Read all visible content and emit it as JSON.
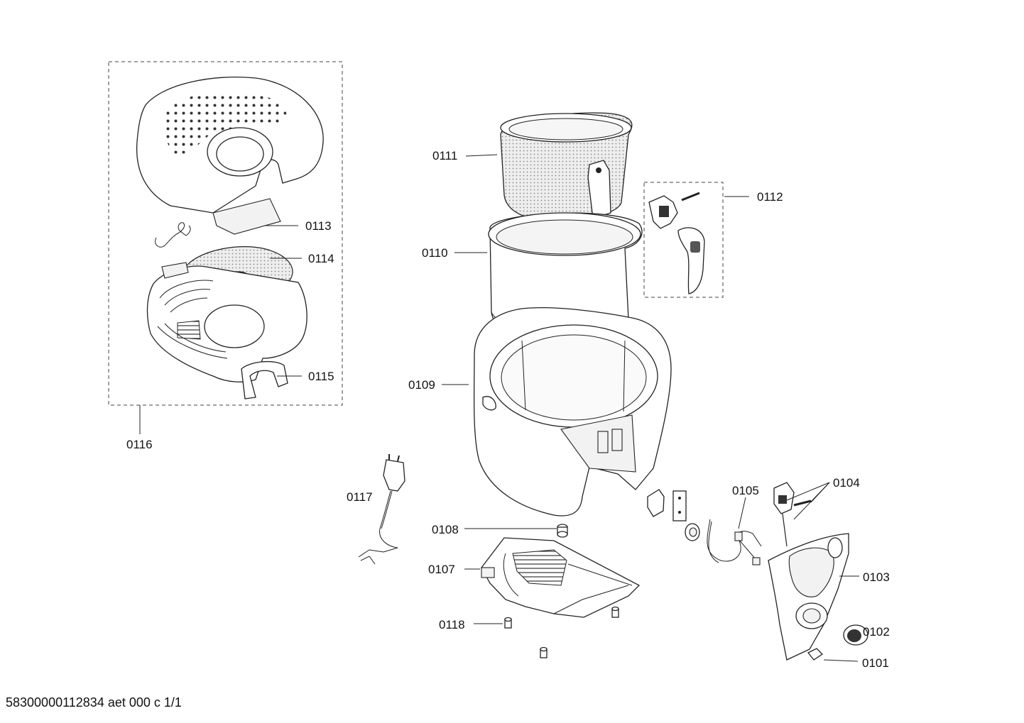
{
  "labels": {
    "p0101": "0101",
    "p0102": "0102",
    "p0103": "0103",
    "p0104": "0104",
    "p0105": "0105",
    "p0107": "0107",
    "p0108": "0108",
    "p0109": "0109",
    "p0110": "0110",
    "p0111": "0111",
    "p0112": "0112",
    "p0113": "0113",
    "p0114": "0114",
    "p0115": "0115",
    "p0116": "0116",
    "p0117": "0117",
    "p0118": "0118"
  },
  "footer": "58300000112834 aet 000 c 1/1"
}
